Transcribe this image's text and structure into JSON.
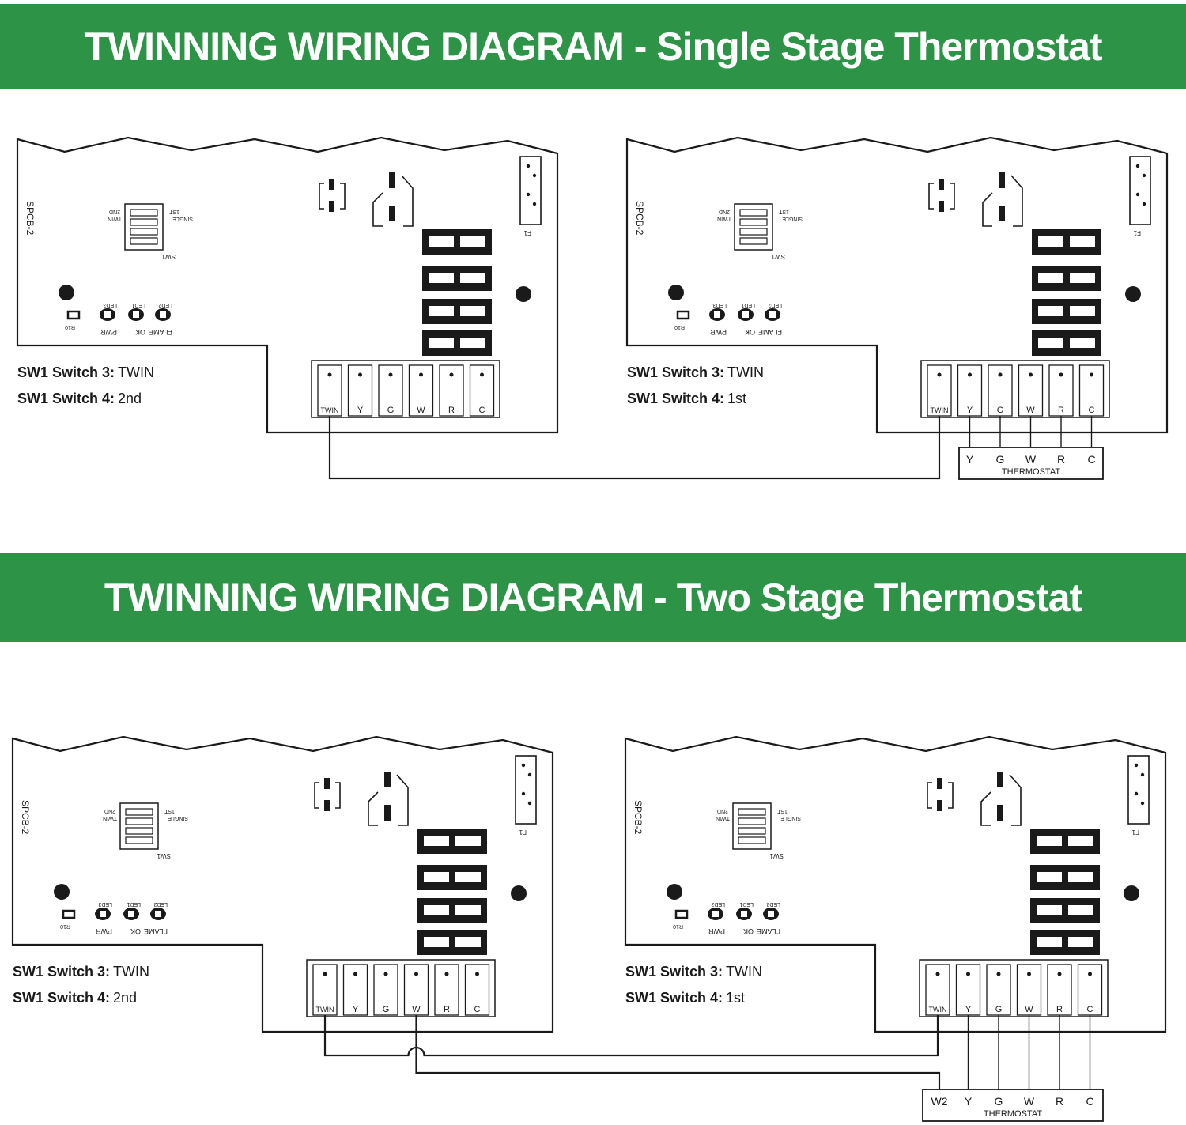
{
  "sections": [
    {
      "title": "TWINNING WIRING DIAGRAM - Single Stage Thermostat",
      "boards": [
        {
          "board_label": "SPCB-2",
          "sw_label": "SW1",
          "sw_opt_left_1": "2ND",
          "sw_opt_left_2": "TWIN",
          "sw_opt_right_1": "1ST",
          "sw_opt_right_2": "SINGLE",
          "fuse_label": "F1",
          "r_label": "R10",
          "leds": [
            "PWR",
            "OK",
            "FLAME"
          ],
          "led_ids": [
            "LED3",
            "LED1",
            "LED2"
          ],
          "terminals": [
            "TWIN",
            "Y",
            "G",
            "W",
            "R",
            "C"
          ],
          "switch3_label": "SW1 Switch 3:",
          "switch3_value": "TWIN",
          "switch4_label": "SW1 Switch 4:",
          "switch4_value": "2nd"
        },
        {
          "board_label": "SPCB-2",
          "sw_label": "SW1",
          "sw_opt_left_1": "2ND",
          "sw_opt_left_2": "TWIN",
          "sw_opt_right_1": "1ST",
          "sw_opt_right_2": "SINGLE",
          "fuse_label": "F1",
          "r_label": "R10",
          "leds": [
            "PWR",
            "OK",
            "FLAME"
          ],
          "led_ids": [
            "LED3",
            "LED1",
            "LED2"
          ],
          "terminals": [
            "TWIN",
            "Y",
            "G",
            "W",
            "R",
            "C"
          ],
          "switch3_label": "SW1 Switch 3:",
          "switch3_value": "TWIN",
          "switch4_label": "SW1 Switch 4:",
          "switch4_value": "1st"
        }
      ],
      "thermostat": {
        "terminals": [
          "Y",
          "G",
          "W",
          "R",
          "C"
        ],
        "label": "THERMOSTAT"
      }
    },
    {
      "title": "TWINNING WIRING DIAGRAM - Two Stage Thermostat",
      "boards": [
        {
          "board_label": "SPCB-2",
          "sw_label": "SW1",
          "sw_opt_left_1": "2ND",
          "sw_opt_left_2": "TWIN",
          "sw_opt_right_1": "1ST",
          "sw_opt_right_2": "SINGLE",
          "fuse_label": "F1",
          "r_label": "R10",
          "leds": [
            "PWR",
            "OK",
            "FLAME"
          ],
          "led_ids": [
            "LED3",
            "LED1",
            "LED2"
          ],
          "terminals": [
            "TWIN",
            "Y",
            "G",
            "W",
            "R",
            "C"
          ],
          "switch3_label": "SW1 Switch 3:",
          "switch3_value": "TWIN",
          "switch4_label": "SW1 Switch 4:",
          "switch4_value": "2nd"
        },
        {
          "board_label": "SPCB-2",
          "sw_label": "SW1",
          "sw_opt_left_1": "2ND",
          "sw_opt_left_2": "TWIN",
          "sw_opt_right_1": "1ST",
          "sw_opt_right_2": "SINGLE",
          "fuse_label": "F1",
          "r_label": "R10",
          "leds": [
            "PWR",
            "OK",
            "FLAME"
          ],
          "led_ids": [
            "LED3",
            "LED1",
            "LED2"
          ],
          "terminals": [
            "TWIN",
            "Y",
            "G",
            "W",
            "R",
            "C"
          ],
          "switch3_label": "SW1 Switch 3:",
          "switch3_value": "TWIN",
          "switch4_label": "SW1 Switch 4:",
          "switch4_value": "1st"
        }
      ],
      "thermostat": {
        "terminals": [
          "W2",
          "Y",
          "G",
          "W",
          "R",
          "C"
        ],
        "label": "THERMOSTAT"
      }
    }
  ],
  "colors": {
    "banner": "#2d9447",
    "banner_text": "#ffffff",
    "line": "#1a1a1a"
  }
}
